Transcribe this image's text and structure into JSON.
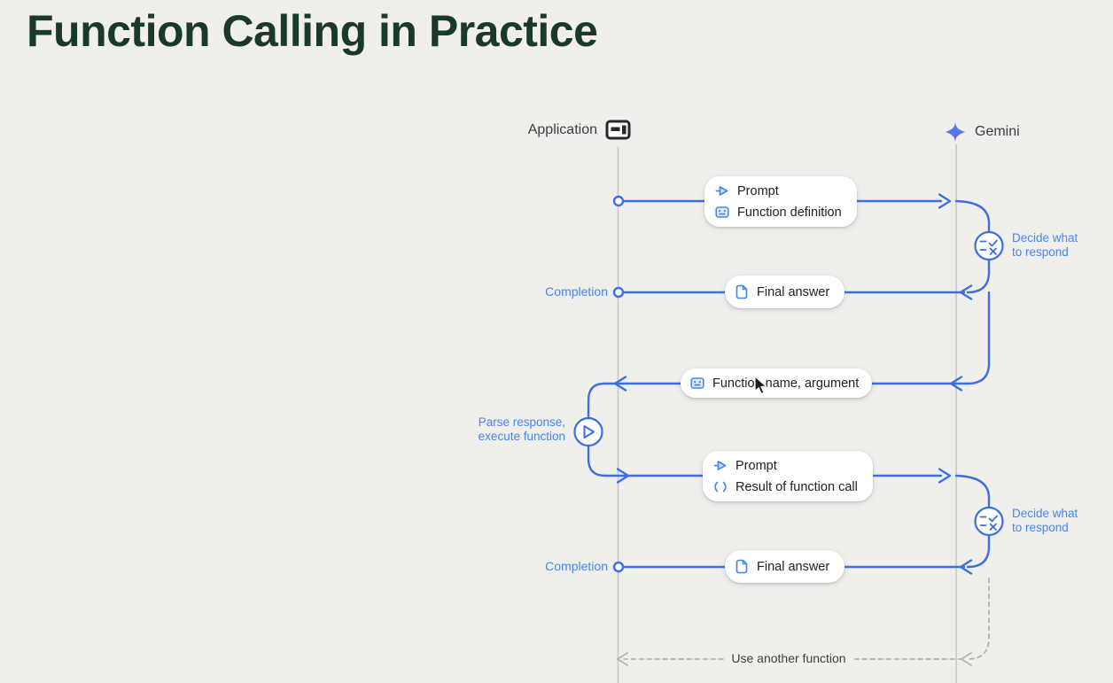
{
  "title": "Function Calling in Practice",
  "actors": {
    "application": {
      "label": "Application",
      "icon": "app-window-icon"
    },
    "gemini": {
      "label": "Gemini",
      "icon": "gemini-sparkle-icon"
    }
  },
  "flow": {
    "request1": {
      "direction": "application-to-gemini",
      "rows": [
        {
          "icon": "prompt-icon",
          "label": "Prompt"
        },
        {
          "icon": "function-icon",
          "label": "Function definition"
        }
      ]
    },
    "decide1": {
      "icon": "decide-rules-icon",
      "line1": "Decide what",
      "line2": "to respond"
    },
    "completion1": {
      "side_label": "Completion",
      "direction": "gemini-to-application",
      "row": {
        "icon": "document-icon",
        "label": "Final answer"
      }
    },
    "function_call": {
      "direction": "gemini-to-application",
      "row": {
        "icon": "function-icon",
        "label": "Function name,  argument"
      }
    },
    "parse": {
      "icon": "play-icon",
      "line1": "Parse response,",
      "line2": "execute function"
    },
    "request2": {
      "direction": "application-to-gemini",
      "rows": [
        {
          "icon": "prompt-icon",
          "label": "Prompt"
        },
        {
          "icon": "code-braces-icon",
          "label": "Result of function call"
        }
      ]
    },
    "decide2": {
      "icon": "decide-rules-icon",
      "line1": "Decide what",
      "line2": "to respond"
    },
    "completion2": {
      "side_label": "Completion",
      "direction": "gemini-to-application",
      "row": {
        "icon": "document-icon",
        "label": "Final answer"
      }
    },
    "loop": {
      "label": "Use another function",
      "style": "dashed"
    }
  },
  "colors": {
    "background": "#f0efec",
    "flow_blue": "#3c6fe3",
    "label_blue": "#4285f4",
    "title_green": "#1b392b",
    "lifeline_gray": "#c8c7c5",
    "dashed_gray": "#b3b3b1",
    "text_dark": "#202124"
  }
}
